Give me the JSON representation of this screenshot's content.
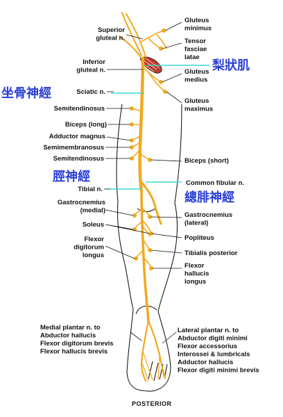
{
  "caption": "POSTERIOR",
  "colors": {
    "nerve": "#f2a81d",
    "outline": "#1a1a1a",
    "chinese_text": "#2b3fd6",
    "highlight_line": "#3fd8d0",
    "piriformis": "#c0392b"
  },
  "labels_left": [
    {
      "id": "superior-gluteal",
      "text": "Superior\ngluteal n."
    },
    {
      "id": "inferior-gluteal",
      "text": "Inferior\ngluteal n."
    },
    {
      "id": "sciatic",
      "text": "Sciatic n."
    },
    {
      "id": "semitendinosus-1",
      "text": "Semitendinosus"
    },
    {
      "id": "biceps-long",
      "text": "Biceps (long)"
    },
    {
      "id": "adductor-magnus",
      "text": "Adductor magnus"
    },
    {
      "id": "semimembranosus",
      "text": "Semimembranosus"
    },
    {
      "id": "semitendinosus-2",
      "text": "Semitendinosus"
    },
    {
      "id": "tibial",
      "text": "Tibial n."
    },
    {
      "id": "gastrocnemius-medial",
      "text": "Gastrocnemius\n(medial)"
    },
    {
      "id": "soleus",
      "text": "Soleus"
    },
    {
      "id": "flexor-digitorum-longus",
      "text": "Flexor\ndigitorum\nlongus"
    },
    {
      "id": "medial-plantar",
      "text": "Medial plantar n. to\nAbductor hallucis\nFlexor digitorum brevis\nFlexor hallucis brevis"
    }
  ],
  "labels_right": [
    {
      "id": "gluteus-minimus",
      "text": "Gluteus\nminimus"
    },
    {
      "id": "tensor-fasciae-latae",
      "text": "Tensor\nfasciae\nlatae"
    },
    {
      "id": "gluteus-medius",
      "text": "Gluteus\nmedius"
    },
    {
      "id": "gluteus-maximus",
      "text": "Gluteus\nmaximus"
    },
    {
      "id": "biceps-short",
      "text": "Biceps (short)"
    },
    {
      "id": "common-fibular",
      "text": "Common fibular n."
    },
    {
      "id": "gastrocnemius-lateral",
      "text": "Gastrocnemius\n(lateral)"
    },
    {
      "id": "popliteus",
      "text": "Popliteus"
    },
    {
      "id": "tibialis-posterior",
      "text": "Tibialis posterior"
    },
    {
      "id": "flexor-hallucis-longus",
      "text": "Flexor\nhallucis\nlongus"
    },
    {
      "id": "lateral-plantar",
      "text": "Lateral plantar n. to\nAbductor digiti minimi\nFlexor accessorius\nInterossei & lumbricals\nAdductor hallucis\nFlexor digiti minimi brevis"
    }
  ],
  "chinese_labels": [
    {
      "id": "piriformis",
      "text": "梨狀肌"
    },
    {
      "id": "sciatic-zh",
      "text": "坐骨神經"
    },
    {
      "id": "tibial-zh",
      "text": "脛神經"
    },
    {
      "id": "common-fibular-zh",
      "text": "總腓神經"
    }
  ]
}
